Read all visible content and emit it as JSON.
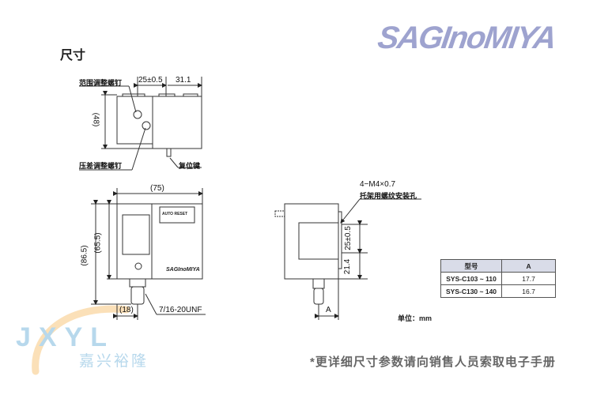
{
  "header": {
    "title": "尺寸",
    "brand_logo": "SAGInoMIYA"
  },
  "top_view": {
    "label_range_screw": "范围调整螺钉",
    "label_diff_screw": "压差调整螺钉",
    "label_reset_button": "复位键",
    "dim_spacing": "25±0.5",
    "dim_right": "31.1",
    "dim_height": "(48)"
  },
  "front_view": {
    "dim_width": "(75)",
    "dim_total_height": "(86.5)",
    "dim_body_height": "(65.5)",
    "dim_fitting": "(18)",
    "thread_label": "7/16-20UNF",
    "window_label": "AUTO RESET",
    "body_logo": "SAGInoMIYA"
  },
  "side_view": {
    "mount_spec": "4−M4×0.7",
    "mount_label": "托架用螺纹安装孔",
    "dim_spacing": "25±0.5",
    "dim_lower": "21.4",
    "dim_a": "A"
  },
  "spec_table": {
    "headers": [
      "型号",
      "A"
    ],
    "rows": [
      {
        "model": "SYS-C103 ~ 110",
        "a": "17.7"
      },
      {
        "model": "SYS-C130 ~ 140",
        "a": "16.7"
      }
    ]
  },
  "unit_label": "单位：mm",
  "footer_note": "*更详细尺寸参数请向销售人员索取电子手册",
  "watermark": {
    "letters": "JXYL",
    "chinese": "嘉兴裕隆",
    "colors": {
      "blue": "#b7d8ec",
      "orange": "#fbe0b8"
    }
  },
  "colors": {
    "logo": "#9ea3cf",
    "line": "#222222",
    "table_header_bg": "#d9dce8"
  }
}
